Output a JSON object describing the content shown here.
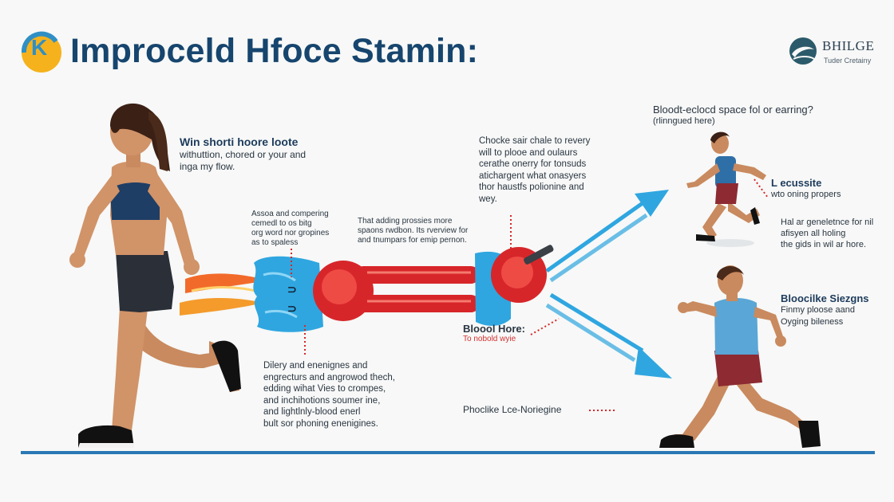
{
  "header": {
    "title": "Improceld Hfoce Stamin:",
    "logo_letter": "K"
  },
  "brand": {
    "name": "BHILGE",
    "subtitle": "Tuder Cretainy"
  },
  "annotations": {
    "top_left": {
      "heading": "Win shorti hoore loote",
      "lines": [
        "withuttion, chored or your and",
        "inga my flow."
      ]
    },
    "mid_left": {
      "lines": [
        "Assoa and compering",
        "cemedl to os bitg",
        "org word nor gropines",
        "as to spaless"
      ]
    },
    "mid_center": {
      "lines": [
        "That adding prossies more",
        "spaons rwdbon. Its rverview for",
        "and tnumpars for emip pernon."
      ]
    },
    "top_center": {
      "lines": [
        "Chocke sair chale to revery",
        "will to plooe and oulaurs",
        "cerathe onerry for tonsuds",
        "atichargent what onasyers",
        "thor haustfs polionine and",
        "wey."
      ]
    },
    "top_right": {
      "heading": "Bloodt-eclocd space fol or earring?",
      "sub": "(rlinngued here)"
    },
    "right_1": {
      "heading": "L ecussite",
      "lines": [
        "wto oning propers"
      ]
    },
    "right_2": {
      "lines": [
        "Hal ar geneletnce for nil",
        "afisyen all holing",
        "the gids in wil ar hore."
      ]
    },
    "right_3": {
      "heading": "Bloocilke Siezgns",
      "lines": [
        "Finmy ploose aand",
        "Oyging bileness"
      ]
    },
    "blood_hore": {
      "heading": "Bloool Hore:",
      "sub": "To nobold wyie"
    },
    "bottom_left": {
      "lines": [
        "Dilery and enenignes and",
        "engrecturs and angrowod thech,",
        "edding wihat Vies to crompes,",
        "and inchihotions soumer ine,",
        "and lightlnly-blood enerl",
        "bult sor phoning enenigines."
      ]
    },
    "bottom_center": {
      "label": "Phoclike Lce-Noriegine"
    }
  },
  "colors": {
    "title": "#16456e",
    "accent_blue": "#2fa6e0",
    "accent_red": "#d7262a",
    "flame_orange": "#f26a2a",
    "ground_line": "#2a78b5"
  }
}
